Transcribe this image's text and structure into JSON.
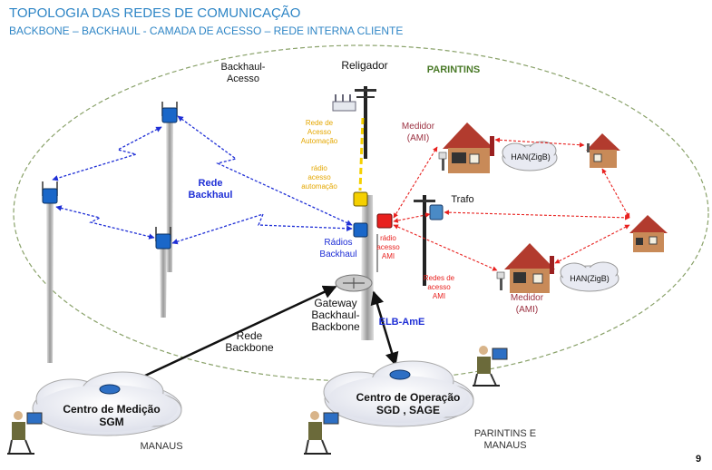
{
  "title": "TOPOLOGIA DAS REDES  DE COMUNICAÇÃO",
  "subtitle": "BACKBONE – BACKHAUL - CAMADA DE ACESSO – REDE INTERNA CLIENTE",
  "labels": {
    "backhaul_acesso": [
      "Backhaul-",
      "Acesso"
    ],
    "religador": "Religador",
    "parintins": "PARINTINS",
    "medidor_top": [
      "Medidor",
      "(AMI)"
    ],
    "han_top": "HAN(ZigB)",
    "rede_acesso_automacao": [
      "Rede de",
      "Acesso",
      "Automação"
    ],
    "radio_acesso_automacao": [
      "rádio",
      "acesso",
      "automação"
    ],
    "rede_backhaul": [
      "Rede",
      "Backhaul"
    ],
    "trafo": "Trafo",
    "radio_acesso_ami": [
      "rádio",
      "acesso",
      "AMI"
    ],
    "radios_backhaul": [
      "Rádios",
      "Backhaul"
    ],
    "redes_acesso_ami": [
      "Redes de",
      "acesso",
      "AMI"
    ],
    "han_bottom": "HAN(ZigB)",
    "medidor_bottom": [
      "Medidor",
      "(AMI)"
    ],
    "gateway": [
      "Gateway",
      "Backhaul-",
      "Backbone"
    ],
    "elb": "ELB-AmE",
    "rede_backbone": [
      "Rede",
      "Backbone"
    ],
    "centro_medicao": [
      "Centro de Medição",
      "SGM"
    ],
    "centro_operacao": [
      "Centro de Operação",
      "SGD , SAGE"
    ],
    "manaus": "MANAUS",
    "parintins_manaus": [
      "PARINTINS E",
      "MANAUS"
    ],
    "page_number": "9"
  },
  "colors": {
    "title": "#2f86c6",
    "backhaul_link": "#1f2fd6",
    "ami_link": "#e8201e",
    "automation_link": "#f5d000",
    "region_border": "#8aa26a",
    "house": "#c88a58",
    "roof": "#b23b2e",
    "cloud": "#e8eaf2"
  },
  "icons": [
    "utility-pole-icon",
    "radio-icon",
    "house-icon",
    "cloud-icon",
    "router-icon",
    "operator-icon",
    "transformer-icon",
    "recloser-icon"
  ]
}
